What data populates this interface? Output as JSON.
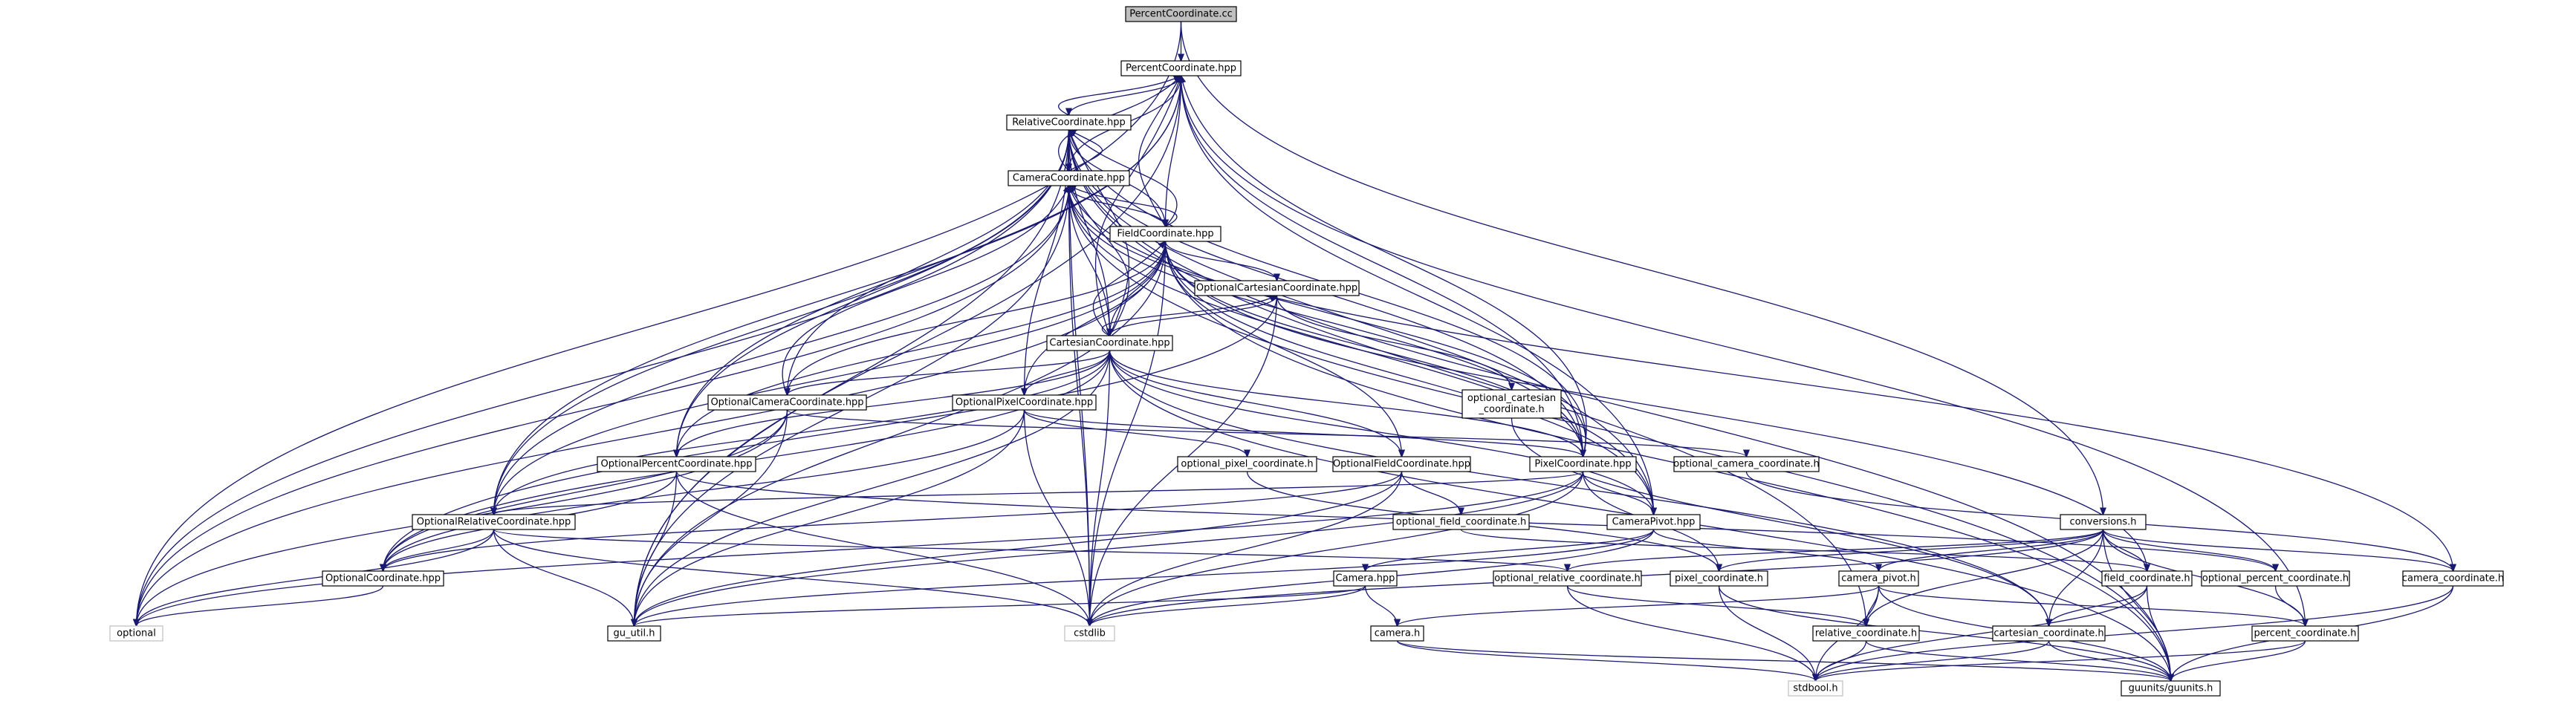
{
  "diagram": {
    "type": "include-dependency-graph",
    "edge_color": "#191970",
    "root_fill": "#bfbfbf",
    "node_fill": "#ffffff",
    "external_border": "#bfbfbf",
    "nodes": [
      {
        "id": "percentcoordinate_cc",
        "label": "PercentCoordinate.cc",
        "kind": "root"
      },
      {
        "id": "percentcoordinate_hpp",
        "label": "PercentCoordinate.hpp",
        "kind": "normal"
      },
      {
        "id": "relativecoordinate_hpp",
        "label": "RelativeCoordinate.hpp",
        "kind": "normal"
      },
      {
        "id": "cameracoordinate_hpp",
        "label": "CameraCoordinate.hpp",
        "kind": "normal"
      },
      {
        "id": "fieldcoordinate_hpp",
        "label": "FieldCoordinate.hpp",
        "kind": "normal"
      },
      {
        "id": "optionalcartesiancoordinate_hpp",
        "label": "OptionalCartesianCoordinate.hpp",
        "kind": "normal"
      },
      {
        "id": "cartesiancoordinate_hpp",
        "label": "CartesianCoordinate.hpp",
        "kind": "normal"
      },
      {
        "id": "optional_cartesian_coordinate_h",
        "label": [
          "optional_cartesian",
          "_coordinate.h"
        ],
        "kind": "normal"
      },
      {
        "id": "optionalcameracoordinate_hpp",
        "label": "OptionalCameraCoordinate.hpp",
        "kind": "normal"
      },
      {
        "id": "optionalpixelcoordinate_hpp",
        "label": "OptionalPixelCoordinate.hpp",
        "kind": "normal"
      },
      {
        "id": "optionalpercentcoordinate_hpp",
        "label": "OptionalPercentCoordinate.hpp",
        "kind": "normal"
      },
      {
        "id": "optional_pixel_coordinate_h",
        "label": "optional_pixel_coordinate.h",
        "kind": "normal"
      },
      {
        "id": "optionalfieldcoordinate_hpp",
        "label": "OptionalFieldCoordinate.hpp",
        "kind": "normal"
      },
      {
        "id": "pixelcoordinate_hpp",
        "label": "PixelCoordinate.hpp",
        "kind": "normal"
      },
      {
        "id": "optional_camera_coordinate_h",
        "label": "optional_camera_coordinate.h",
        "kind": "normal"
      },
      {
        "id": "optionalrelativecoordinate_hpp",
        "label": "OptionalRelativeCoordinate.hpp",
        "kind": "normal"
      },
      {
        "id": "optional_field_coordinate_h",
        "label": "optional_field_coordinate.h",
        "kind": "normal"
      },
      {
        "id": "camerapivot_hpp",
        "label": "CameraPivot.hpp",
        "kind": "normal"
      },
      {
        "id": "optionalcoordinate_hpp",
        "label": "OptionalCoordinate.hpp",
        "kind": "normal"
      },
      {
        "id": "camera_hpp",
        "label": "Camera.hpp",
        "kind": "normal"
      },
      {
        "id": "optional_relative_coordinate_h",
        "label": "optional_relative_coordinate.h",
        "kind": "normal"
      },
      {
        "id": "pixel_coordinate_h",
        "label": "pixel_coordinate.h",
        "kind": "normal"
      },
      {
        "id": "conversions_h",
        "label": "conversions.h",
        "kind": "normal"
      },
      {
        "id": "camera_pivot_h",
        "label": "camera_pivot.h",
        "kind": "normal"
      },
      {
        "id": "field_coordinate_h",
        "label": "field_coordinate.h",
        "kind": "normal"
      },
      {
        "id": "optional_percent_coordinate_h",
        "label": "optional_percent_coordinate.h",
        "kind": "normal"
      },
      {
        "id": "camera_coordinate_h",
        "label": "camera_coordinate.h",
        "kind": "normal"
      },
      {
        "id": "optional",
        "label": "optional",
        "kind": "external"
      },
      {
        "id": "gu_util_h",
        "label": "gu_util.h",
        "kind": "normal"
      },
      {
        "id": "cstdlib",
        "label": "cstdlib",
        "kind": "external"
      },
      {
        "id": "camera_h",
        "label": "camera.h",
        "kind": "normal"
      },
      {
        "id": "relative_coordinate_h",
        "label": "relative_coordinate.h",
        "kind": "normal"
      },
      {
        "id": "cartesian_coordinate_h",
        "label": "cartesian_coordinate.h",
        "kind": "normal"
      },
      {
        "id": "percent_coordinate_h",
        "label": "percent_coordinate.h",
        "kind": "normal"
      },
      {
        "id": "stdbool_h",
        "label": "stdbool.h",
        "kind": "external"
      },
      {
        "id": "guunits_h",
        "label": "guunits/guunits.h",
        "kind": "normal"
      }
    ],
    "edges": [
      [
        "percentcoordinate_cc",
        "percentcoordinate_hpp"
      ],
      [
        "percentcoordinate_cc",
        "optional"
      ],
      [
        "percentcoordinate_cc",
        "conversions_h"
      ],
      [
        "percentcoordinate_hpp",
        "relativecoordinate_hpp"
      ],
      [
        "percentcoordinate_hpp",
        "cameracoordinate_hpp"
      ],
      [
        "percentcoordinate_hpp",
        "fieldcoordinate_hpp"
      ],
      [
        "percentcoordinate_hpp",
        "optionalpercentcoordinate_hpp"
      ],
      [
        "percentcoordinate_hpp",
        "optionalrelativecoordinate_hpp"
      ],
      [
        "percentcoordinate_hpp",
        "gu_util_h"
      ],
      [
        "percentcoordinate_hpp",
        "pixelcoordinate_hpp"
      ],
      [
        "percentcoordinate_hpp",
        "camerapivot_hpp"
      ],
      [
        "percentcoordinate_hpp",
        "percent_coordinate_h"
      ],
      [
        "relativecoordinate_hpp",
        "percentcoordinate_hpp"
      ],
      [
        "relativecoordinate_hpp",
        "cameracoordinate_hpp"
      ],
      [
        "relativecoordinate_hpp",
        "fieldcoordinate_hpp"
      ],
      [
        "relativecoordinate_hpp",
        "cartesiancoordinate_hpp"
      ],
      [
        "relativecoordinate_hpp",
        "optionalcameracoordinate_hpp"
      ],
      [
        "relativecoordinate_hpp",
        "optionalpixelcoordinate_hpp"
      ],
      [
        "relativecoordinate_hpp",
        "optionalpercentcoordinate_hpp"
      ],
      [
        "relativecoordinate_hpp",
        "optionalrelativecoordinate_hpp"
      ],
      [
        "relativecoordinate_hpp",
        "pixelcoordinate_hpp"
      ],
      [
        "relativecoordinate_hpp",
        "relative_coordinate_h"
      ],
      [
        "relativecoordinate_hpp",
        "optional"
      ],
      [
        "relativecoordinate_hpp",
        "gu_util_h"
      ],
      [
        "relativecoordinate_hpp",
        "cstdlib"
      ],
      [
        "relativecoordinate_hpp",
        "guunits_h"
      ],
      [
        "relativecoordinate_hpp",
        "camerapivot_hpp"
      ],
      [
        "cameracoordinate_hpp",
        "percentcoordinate_hpp"
      ],
      [
        "cameracoordinate_hpp",
        "relativecoordinate_hpp"
      ],
      [
        "cameracoordinate_hpp",
        "fieldcoordinate_hpp"
      ],
      [
        "cameracoordinate_hpp",
        "cartesiancoordinate_hpp"
      ],
      [
        "cameracoordinate_hpp",
        "optionalrelativecoordinate_hpp"
      ],
      [
        "cameracoordinate_hpp",
        "pixelcoordinate_hpp"
      ],
      [
        "cameracoordinate_hpp",
        "camerapivot_hpp"
      ],
      [
        "cameracoordinate_hpp",
        "camera_coordinate_h"
      ],
      [
        "cameracoordinate_hpp",
        "optional"
      ],
      [
        "cameracoordinate_hpp",
        "gu_util_h"
      ],
      [
        "cameracoordinate_hpp",
        "cstdlib"
      ],
      [
        "cameracoordinate_hpp",
        "guunits_h"
      ],
      [
        "fieldcoordinate_hpp",
        "percentcoordinate_hpp"
      ],
      [
        "fieldcoordinate_hpp",
        "relativecoordinate_hpp"
      ],
      [
        "fieldcoordinate_hpp",
        "cameracoordinate_hpp"
      ],
      [
        "fieldcoordinate_hpp",
        "optionalcartesiancoordinate_hpp"
      ],
      [
        "fieldcoordinate_hpp",
        "cartesiancoordinate_hpp"
      ],
      [
        "fieldcoordinate_hpp",
        "optionalcameracoordinate_hpp"
      ],
      [
        "fieldcoordinate_hpp",
        "optionalpixelcoordinate_hpp"
      ],
      [
        "fieldcoordinate_hpp",
        "optionalpercentcoordinate_hpp"
      ],
      [
        "fieldcoordinate_hpp",
        "optionalfieldcoordinate_hpp"
      ],
      [
        "fieldcoordinate_hpp",
        "pixelcoordinate_hpp"
      ],
      [
        "fieldcoordinate_hpp",
        "optionalrelativecoordinate_hpp"
      ],
      [
        "fieldcoordinate_hpp",
        "camerapivot_hpp"
      ],
      [
        "fieldcoordinate_hpp",
        "field_coordinate_h"
      ],
      [
        "fieldcoordinate_hpp",
        "optional"
      ],
      [
        "fieldcoordinate_hpp",
        "gu_util_h"
      ],
      [
        "fieldcoordinate_hpp",
        "cstdlib"
      ],
      [
        "fieldcoordinate_hpp",
        "guunits_h"
      ],
      [
        "optionalcartesiancoordinate_hpp",
        "cartesiancoordinate_hpp"
      ],
      [
        "optionalcartesiancoordinate_hpp",
        "optional_cartesian_coordinate_h"
      ],
      [
        "optionalcartesiancoordinate_hpp",
        "optionalcoordinate_hpp"
      ],
      [
        "optionalcartesiancoordinate_hpp",
        "cstdlib"
      ],
      [
        "cartesiancoordinate_hpp",
        "percentcoordinate_hpp"
      ],
      [
        "cartesiancoordinate_hpp",
        "relativecoordinate_hpp"
      ],
      [
        "cartesiancoordinate_hpp",
        "cameracoordinate_hpp"
      ],
      [
        "cartesiancoordinate_hpp",
        "fieldcoordinate_hpp"
      ],
      [
        "cartesiancoordinate_hpp",
        "optionalcartesiancoordinate_hpp"
      ],
      [
        "cartesiancoordinate_hpp",
        "optionalcameracoordinate_hpp"
      ],
      [
        "cartesiancoordinate_hpp",
        "optionalpixelcoordinate_hpp"
      ],
      [
        "cartesiancoordinate_hpp",
        "optionalpercentcoordinate_hpp"
      ],
      [
        "cartesiancoordinate_hpp",
        "optionalfieldcoordinate_hpp"
      ],
      [
        "cartesiancoordinate_hpp",
        "pixelcoordinate_hpp"
      ],
      [
        "cartesiancoordinate_hpp",
        "optionalrelativecoordinate_hpp"
      ],
      [
        "cartesiancoordinate_hpp",
        "camerapivot_hpp"
      ],
      [
        "cartesiancoordinate_hpp",
        "cartesian_coordinate_h"
      ],
      [
        "cartesiancoordinate_hpp",
        "gu_util_h"
      ],
      [
        "cartesiancoordinate_hpp",
        "cstdlib"
      ],
      [
        "cartesiancoordinate_hpp",
        "guunits_h"
      ],
      [
        "cartesiancoordinate_hpp",
        "optionalcoordinate_hpp"
      ],
      [
        "optionalcameracoordinate_hpp",
        "cameracoordinate_hpp"
      ],
      [
        "optionalcameracoordinate_hpp",
        "optional_camera_coordinate_h"
      ],
      [
        "optionalcameracoordinate_hpp",
        "optionalcoordinate_hpp"
      ],
      [
        "optionalcameracoordinate_hpp",
        "optional"
      ],
      [
        "optionalcameracoordinate_hpp",
        "gu_util_h"
      ],
      [
        "optionalpixelcoordinate_hpp",
        "pixelcoordinate_hpp"
      ],
      [
        "optionalpixelcoordinate_hpp",
        "optional_pixel_coordinate_h"
      ],
      [
        "optionalpixelcoordinate_hpp",
        "optionalcoordinate_hpp"
      ],
      [
        "optionalpixelcoordinate_hpp",
        "gu_util_h"
      ],
      [
        "optionalpixelcoordinate_hpp",
        "cstdlib"
      ],
      [
        "optionalpercentcoordinate_hpp",
        "optional_percent_coordinate_h"
      ],
      [
        "optionalpercentcoordinate_hpp",
        "optionalcoordinate_hpp"
      ],
      [
        "optionalpercentcoordinate_hpp",
        "gu_util_h"
      ],
      [
        "optionalpercentcoordinate_hpp",
        "cstdlib"
      ],
      [
        "optionalfieldcoordinate_hpp",
        "optional_field_coordinate_h"
      ],
      [
        "optionalfieldcoordinate_hpp",
        "optionalcoordinate_hpp"
      ],
      [
        "optionalfieldcoordinate_hpp",
        "gu_util_h"
      ],
      [
        "optionalfieldcoordinate_hpp",
        "cstdlib"
      ],
      [
        "pixelcoordinate_hpp",
        "percentcoordinate_hpp"
      ],
      [
        "pixelcoordinate_hpp",
        "relativecoordinate_hpp"
      ],
      [
        "pixelcoordinate_hpp",
        "cameracoordinate_hpp"
      ],
      [
        "pixelcoordinate_hpp",
        "camerapivot_hpp"
      ],
      [
        "pixelcoordinate_hpp",
        "optionalrelativecoordinate_hpp"
      ],
      [
        "pixelcoordinate_hpp",
        "pixel_coordinate_h"
      ],
      [
        "pixelcoordinate_hpp",
        "optional"
      ],
      [
        "pixelcoordinate_hpp",
        "gu_util_h"
      ],
      [
        "pixelcoordinate_hpp",
        "cstdlib"
      ],
      [
        "optionalrelativecoordinate_hpp",
        "optional_relative_coordinate_h"
      ],
      [
        "optionalrelativecoordinate_hpp",
        "optionalcoordinate_hpp"
      ],
      [
        "optionalrelativecoordinate_hpp",
        "optional"
      ],
      [
        "optionalrelativecoordinate_hpp",
        "gu_util_h"
      ],
      [
        "optionalrelativecoordinate_hpp",
        "cstdlib"
      ],
      [
        "optional_field_coordinate_h",
        "field_coordinate_h"
      ],
      [
        "camerapivot_hpp",
        "camera_hpp"
      ],
      [
        "camerapivot_hpp",
        "camera_pivot_h"
      ],
      [
        "camerapivot_hpp",
        "gu_util_h"
      ],
      [
        "camerapivot_hpp",
        "cstdlib"
      ],
      [
        "optionalcoordinate_hpp",
        "optional"
      ],
      [
        "camera_hpp",
        "camera_h"
      ],
      [
        "camera_hpp",
        "gu_util_h"
      ],
      [
        "camera_hpp",
        "cstdlib"
      ],
      [
        "optional_relative_coordinate_h",
        "relative_coordinate_h"
      ],
      [
        "optional_relative_coordinate_h",
        "stdbool_h"
      ],
      [
        "pixel_coordinate_h",
        "stdbool_h"
      ],
      [
        "pixel_coordinate_h",
        "guunits_h"
      ],
      [
        "conversions_h",
        "pixel_coordinate_h"
      ],
      [
        "conversions_h",
        "camera_pivot_h"
      ],
      [
        "conversions_h",
        "field_coordinate_h"
      ],
      [
        "conversions_h",
        "optional_percent_coordinate_h"
      ],
      [
        "conversions_h",
        "camera_coordinate_h"
      ],
      [
        "conversions_h",
        "relative_coordinate_h"
      ],
      [
        "conversions_h",
        "cartesian_coordinate_h"
      ],
      [
        "conversions_h",
        "percent_coordinate_h"
      ],
      [
        "conversions_h",
        "optional_relative_coordinate_h"
      ],
      [
        "conversions_h",
        "cstdlib"
      ],
      [
        "conversions_h",
        "guunits_h"
      ],
      [
        "camera_pivot_h",
        "camera_h"
      ],
      [
        "camera_pivot_h",
        "relative_coordinate_h"
      ],
      [
        "camera_pivot_h",
        "stdbool_h"
      ],
      [
        "camera_pivot_h",
        "guunits_h"
      ],
      [
        "camera_pivot_h",
        "percent_coordinate_h"
      ],
      [
        "field_coordinate_h",
        "cartesian_coordinate_h"
      ],
      [
        "field_coordinate_h",
        "stdbool_h"
      ],
      [
        "field_coordinate_h",
        "guunits_h"
      ],
      [
        "optional_percent_coordinate_h",
        "percent_coordinate_h"
      ],
      [
        "camera_coordinate_h",
        "stdbool_h"
      ],
      [
        "camera_coordinate_h",
        "guunits_h"
      ],
      [
        "camera_h",
        "stdbool_h"
      ],
      [
        "camera_h",
        "guunits_h"
      ],
      [
        "relative_coordinate_h",
        "stdbool_h"
      ],
      [
        "relative_coordinate_h",
        "guunits_h"
      ],
      [
        "cartesian_coordinate_h",
        "stdbool_h"
      ],
      [
        "cartesian_coordinate_h",
        "guunits_h"
      ],
      [
        "percent_coordinate_h",
        "stdbool_h"
      ],
      [
        "percent_coordinate_h",
        "guunits_h"
      ],
      [
        "optional_pixel_coordinate_h",
        "pixel_coordinate_h"
      ],
      [
        "optional_camera_coordinate_h",
        "camera_coordinate_h"
      ],
      [
        "optional_cartesian_coordinate_h",
        "cartesian_coordinate_h"
      ]
    ]
  }
}
